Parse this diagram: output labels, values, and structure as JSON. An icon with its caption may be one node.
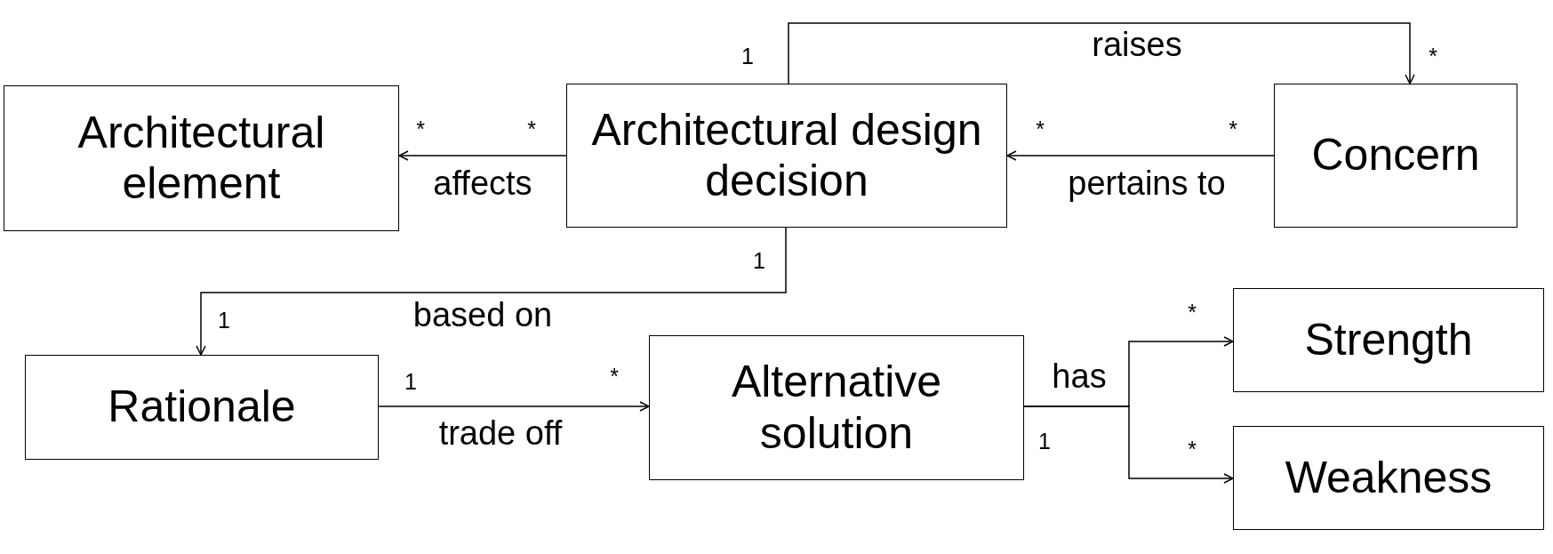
{
  "diagram": {
    "nodes": [
      {
        "text": [
          "Architectural element"
        ]
      },
      {
        "text": [
          "Architectural design decision"
        ]
      },
      {
        "text": [
          "Concern"
        ]
      },
      {
        "text": [
          "Rationale"
        ]
      },
      {
        "text": [
          "Alternative solution"
        ]
      },
      {
        "text": [
          "Strength"
        ]
      },
      {
        "text": [
          "Weakness"
        ]
      }
    ],
    "edges": [
      {
        "from": 1,
        "to": 0,
        "arrow": "to",
        "label": "affects"
      },
      {
        "from": 1,
        "to": 2,
        "arrow": "to",
        "label": "raises"
      },
      {
        "from": 2,
        "to": 1,
        "arrow": "to",
        "label": "pertains to"
      },
      {
        "from": 1,
        "to": 3,
        "arrow": "to",
        "label": "based on"
      },
      {
        "from": 3,
        "to": 4,
        "arrow": "to",
        "label": "trade off"
      },
      {
        "from": 4,
        "to": 5,
        "arrow": "to",
        "label": "has"
      },
      {
        "from": 4,
        "to": 6,
        "arrow": "to"
      }
    ],
    "labels": [
      "1",
      "*",
      "*",
      "*",
      "*",
      "*",
      "1",
      "1",
      "*",
      "1",
      "*",
      "1",
      "*"
    ]
  }
}
